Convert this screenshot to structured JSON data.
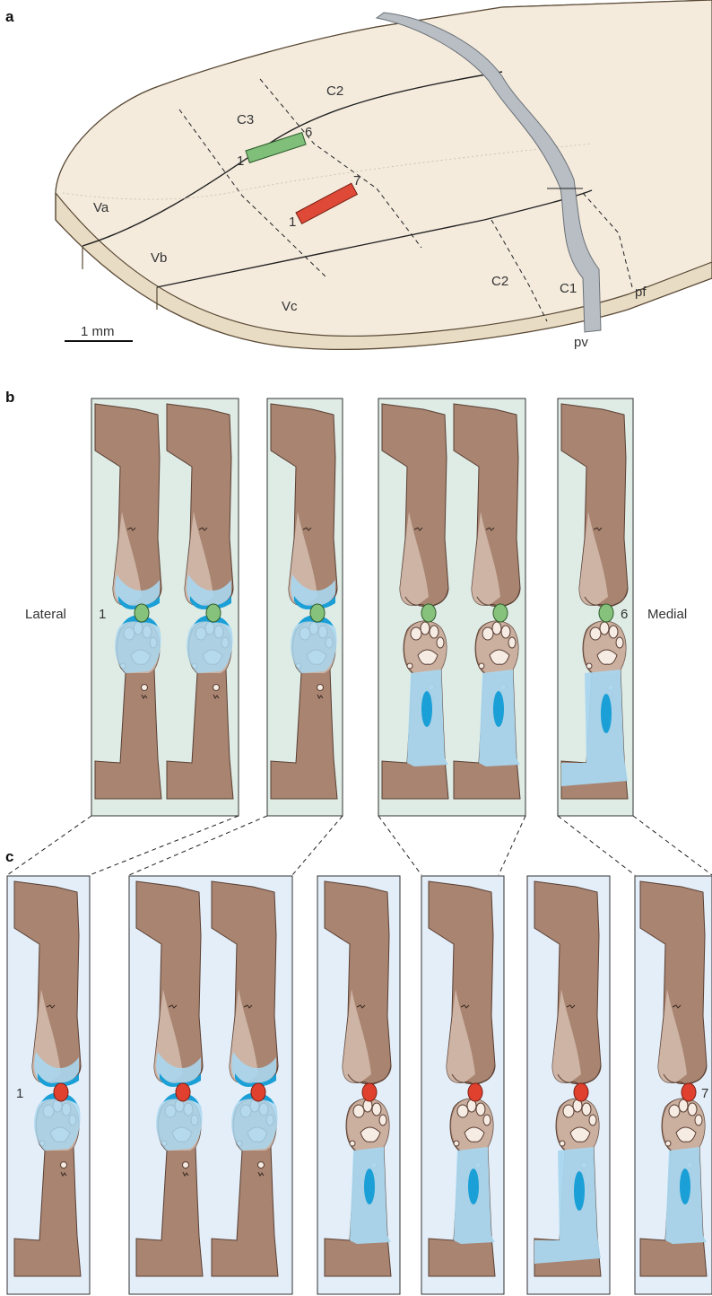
{
  "panel_labels": {
    "a": "a",
    "b": "b",
    "c": "c"
  },
  "panel_a": {
    "regions": {
      "c2_top": "C2",
      "c3": "C3",
      "va": "Va",
      "vb": "Vb",
      "vc": "Vc",
      "c2_bottom": "C2",
      "c1": "C1",
      "pf": "pf",
      "pv": "pv"
    },
    "green_bar": {
      "start": "1",
      "end": "6"
    },
    "red_bar": {
      "start": "1",
      "end": "7"
    },
    "scale_bar": "1 mm"
  },
  "panel_b": {
    "left_label": "Lateral",
    "start_index": "1",
    "end_index": "6",
    "right_label": "Medial"
  },
  "panel_c": {
    "start_index": "1",
    "end_index": "7"
  },
  "colors": {
    "tissue": "#f3e9dc",
    "tissue_edge": "#e0cfb4",
    "green_bar": "#7fbf7a",
    "red_bar": "#de4a37",
    "vessel": "#b8bec4",
    "panel_b_bg": "#dfece6",
    "panel_c_bg": "#e3eef8",
    "skin": "#a88471",
    "receptive_field_light": "#a9d6ee",
    "receptive_field_dark": "#1a9fd6",
    "green_dot": "#86c27c",
    "red_dot": "#e0412f"
  }
}
